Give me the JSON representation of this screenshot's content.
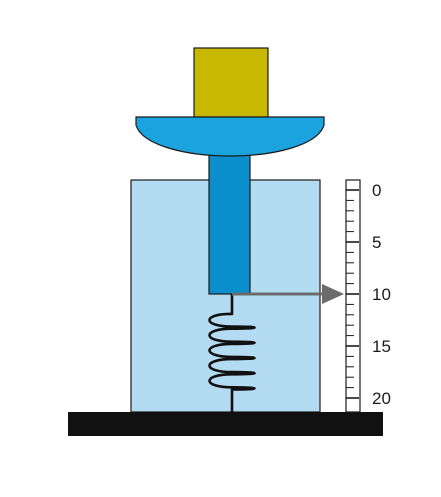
{
  "colors": {
    "weight": "#c8b800",
    "pan": "#1aa3dd",
    "rod": "#0a8fcc",
    "liquid": "#b3dcf2",
    "base": "#111111",
    "spring": "#111111",
    "pointer": "#6b6b6b",
    "outline": "#1a1a1a"
  },
  "scale": {
    "labels": [
      "0",
      "5",
      "10",
      "15",
      "20"
    ],
    "minor_ticks_between_labels": 4,
    "pointer_reading": 10
  },
  "spring": {
    "coils": 5
  }
}
